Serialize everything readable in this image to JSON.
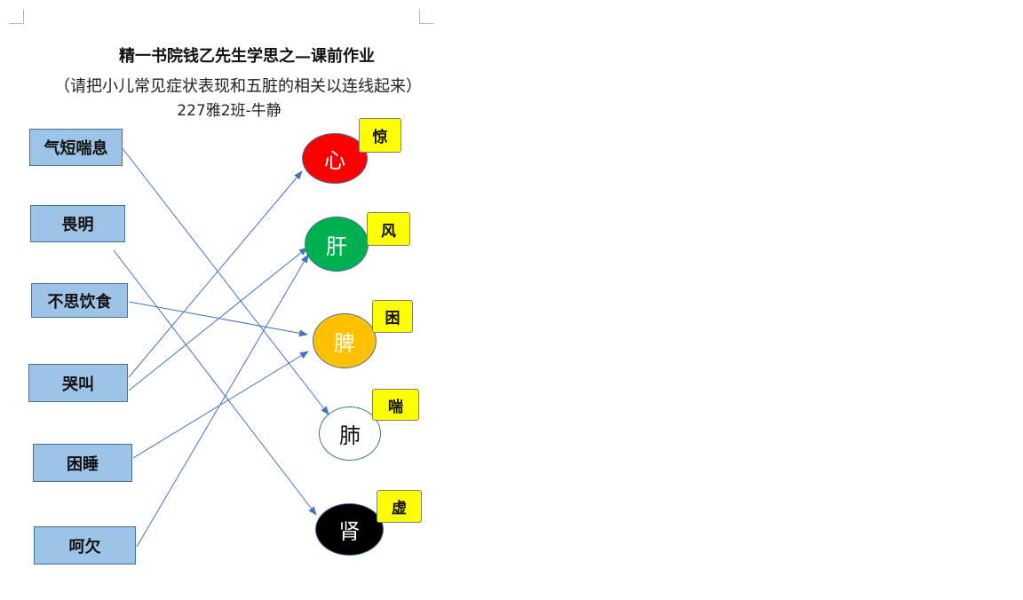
{
  "document": {
    "title": "精一书院钱乙先生学思之—课前作业",
    "subtitle": "（请把小儿常见症状表现和五脏的相关以连线起来）",
    "author": "227雅2班-牛静"
  },
  "symptoms": [
    {
      "id": "s1",
      "label": "气短喘息"
    },
    {
      "id": "s2",
      "label": "畏明"
    },
    {
      "id": "s3",
      "label": "不思饮食"
    },
    {
      "id": "s4",
      "label": "哭叫"
    },
    {
      "id": "s5",
      "label": "困睡"
    },
    {
      "id": "s6",
      "label": "呵欠"
    }
  ],
  "organs": [
    {
      "id": "heart",
      "label": "心",
      "tag": "惊",
      "fill": "#ff0000",
      "text_color": "#ffffff"
    },
    {
      "id": "liver",
      "label": "肝",
      "tag": "风",
      "fill": "#00b050",
      "text_color": "#ffffff"
    },
    {
      "id": "spleen",
      "label": "脾",
      "tag": "困",
      "fill": "#ffc000",
      "text_color": "#ffffff"
    },
    {
      "id": "lung",
      "label": "肺",
      "tag": "喘",
      "fill": "#ffffff",
      "text_color": "#111111"
    },
    {
      "id": "kidney",
      "label": "肾",
      "tag": "虚",
      "fill": "#000000",
      "text_color": "#ffffff"
    }
  ],
  "connections": [
    {
      "from": "s1",
      "to": "lung"
    },
    {
      "from": "s2",
      "to": "kidney"
    },
    {
      "from": "s3",
      "to": "spleen"
    },
    {
      "from": "s4",
      "to": "heart"
    },
    {
      "from": "s4",
      "to": "liver"
    },
    {
      "from": "s5",
      "to": "spleen"
    },
    {
      "from": "s6",
      "to": "liver"
    }
  ],
  "colors": {
    "symptom_fill": "#9dc3e6",
    "symptom_border": "#41719c",
    "tag_fill": "#ffff00",
    "arrow": "#4472c4"
  }
}
